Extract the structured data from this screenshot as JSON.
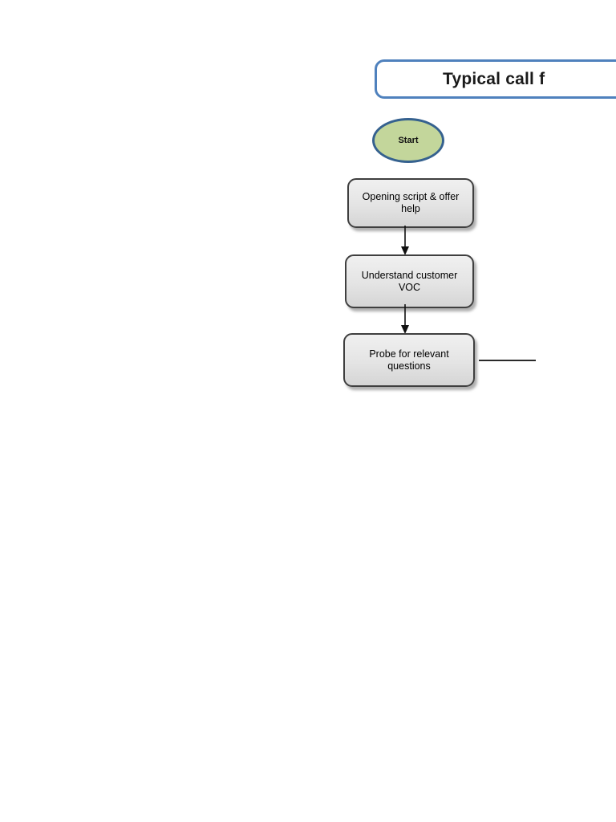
{
  "title_banner": {
    "text_visible": "Typical call f",
    "border_color": "#4f81bd",
    "text_color": "#1a1a1a"
  },
  "flowchart": {
    "start_node": {
      "label": "Start",
      "fill_color": "#c3d69b",
      "border_color": "#35618f"
    },
    "process_nodes": [
      {
        "label": "Opening script & offer\nhelp"
      },
      {
        "label": "Understand customer\nVOC"
      },
      {
        "label": "Probe for relevant\nquestions"
      }
    ],
    "process_style": {
      "fill_top": "#f0f0f0",
      "fill_bottom": "#d5d5d5",
      "border_color": "#3f3f3f",
      "text_color": "#000000"
    },
    "connector_color": "#1a1a1a"
  }
}
